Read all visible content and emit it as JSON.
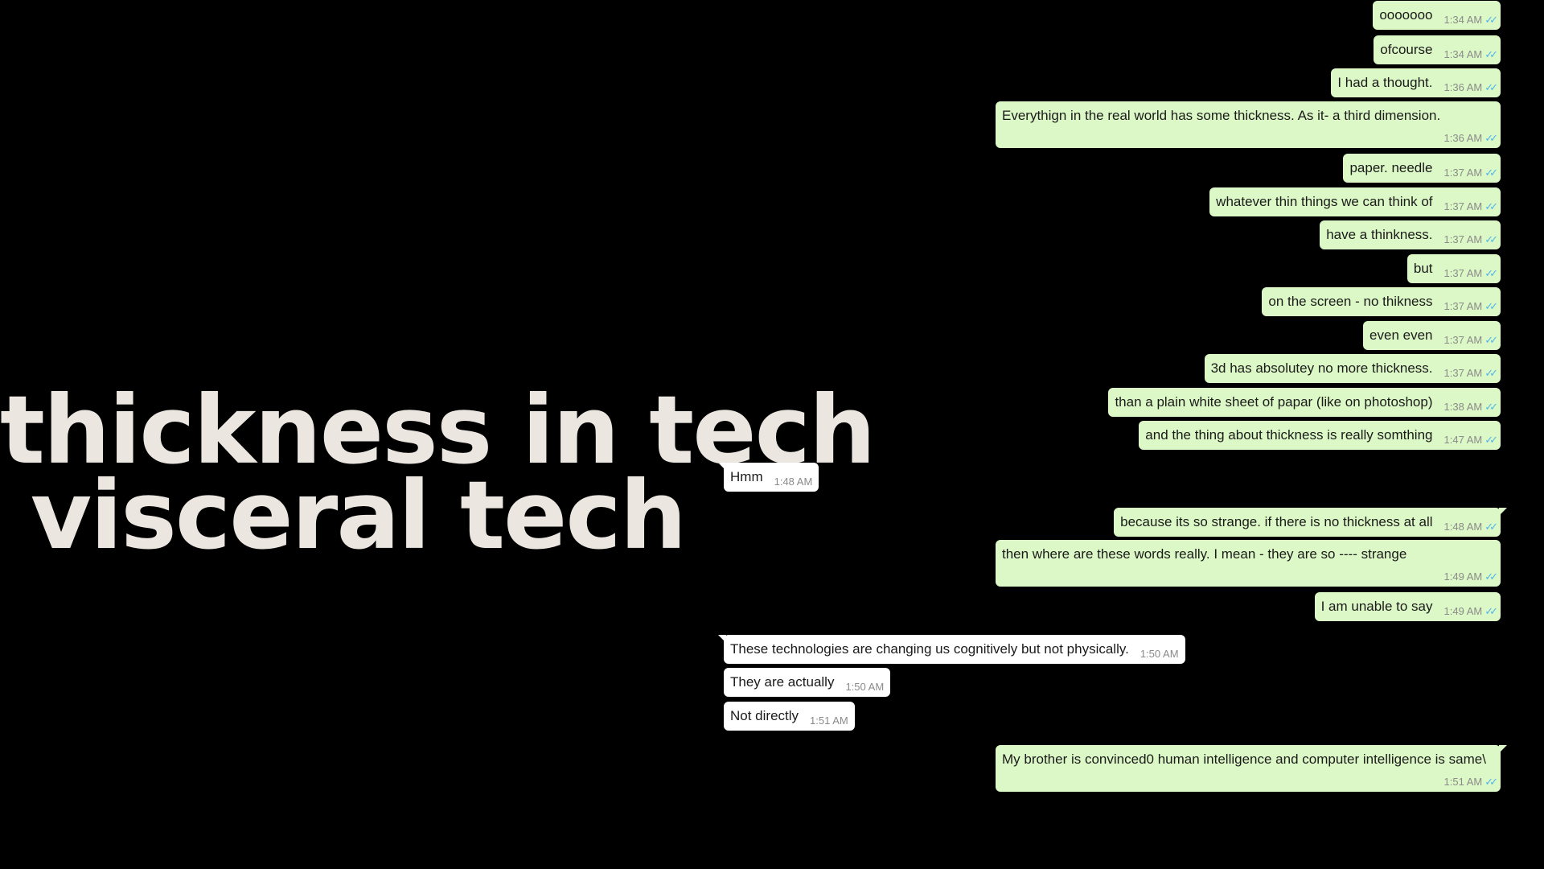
{
  "headline": {
    "line1": "thickness in tech",
    "line2": "visceral tech"
  },
  "colors": {
    "outgoing_bubble": "#dcf8c6",
    "incoming_bubble": "#ffffff",
    "read_ticks": "#4fb6ec",
    "headline_text": "#ece6e1",
    "background": "#000000"
  },
  "icons": {
    "read_receipt": "double-check-icon"
  },
  "messages": [
    {
      "text": "ooooooo",
      "time": "1:34 AM",
      "dir": "out"
    },
    {
      "text": "ofcourse",
      "time": "1:34 AM",
      "dir": "out"
    },
    {
      "text": "I had a thought.",
      "time": "1:36 AM",
      "dir": "out"
    },
    {
      "text": "Everythign in the real world has some thickness. As it- a third dimension.",
      "time": "1:36 AM",
      "dir": "out"
    },
    {
      "text": "paper. needle",
      "time": "1:37 AM",
      "dir": "out"
    },
    {
      "text": "whatever thin things we can think of",
      "time": "1:37 AM",
      "dir": "out"
    },
    {
      "text": "have a thinkness.",
      "time": "1:37 AM",
      "dir": "out"
    },
    {
      "text": "but",
      "time": "1:37 AM",
      "dir": "out"
    },
    {
      "text": "on the screen - no thikness",
      "time": "1:37 AM",
      "dir": "out"
    },
    {
      "text": "even even",
      "time": "1:37 AM",
      "dir": "out"
    },
    {
      "text": "3d has absolutey no more thickness.",
      "time": "1:37 AM",
      "dir": "out"
    },
    {
      "text": "than a plain white sheet of papar (like on photoshop)",
      "time": "1:38 AM",
      "dir": "out"
    },
    {
      "text": "and the thing about thickness is really somthing",
      "time": "1:47 AM",
      "dir": "out"
    },
    {
      "text": "Hmm",
      "time": "1:48 AM",
      "dir": "in"
    },
    {
      "text": "because its so strange. if there is no thickness at all",
      "time": "1:48 AM",
      "dir": "out"
    },
    {
      "text": "then where are these words really. I mean - they are so ---- strange",
      "time": "1:49 AM",
      "dir": "out"
    },
    {
      "text": "I am unable to say",
      "time": "1:49 AM",
      "dir": "out"
    },
    {
      "text": "These technologies are changing us cognitively but not physically.",
      "time": "1:50 AM",
      "dir": "in"
    },
    {
      "text": "They are actually",
      "time": "1:50 AM",
      "dir": "in"
    },
    {
      "text": "Not directly",
      "time": "1:51 AM",
      "dir": "in"
    },
    {
      "text": "My brother is convinced0 human intelligence and computer intelligence is same\\",
      "time": "1:51 AM",
      "dir": "out"
    }
  ]
}
